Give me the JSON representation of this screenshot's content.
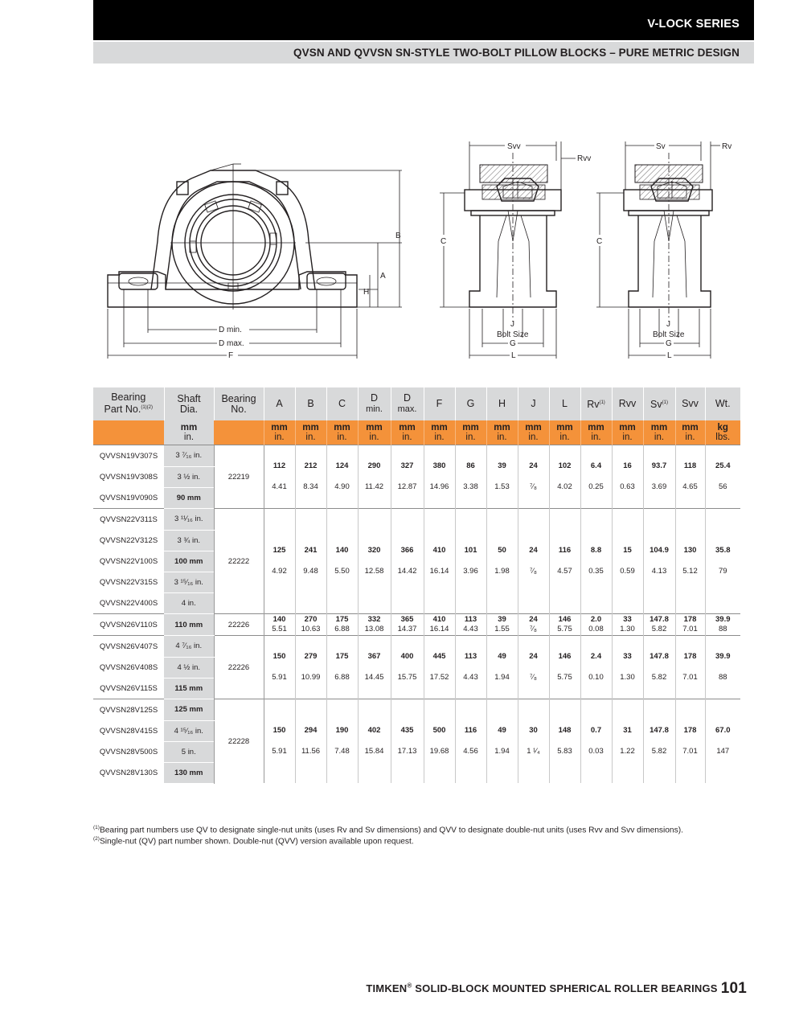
{
  "header": {
    "series": "V-LOCK SERIES",
    "subtitle": "QVSN AND QVVSN SN-STYLE TWO-BOLT PILLOW BLOCKS – PURE METRIC DESIGN"
  },
  "drawing_labels": {
    "B": "B",
    "A": "A",
    "H": "H",
    "C": "C",
    "dmin": "D min.",
    "dmax": "D max.",
    "F": "F",
    "Svv": "Svv",
    "Rvv": "Rvv",
    "Sv": "Sv",
    "Rv": "Rv",
    "J": "J",
    "bolt": "Bolt Size",
    "G": "G",
    "L": "L"
  },
  "table": {
    "headers": {
      "part": "Bearing",
      "part2": "Part No.",
      "part_sup": "(1)(2)",
      "shaft": "Shaft",
      "shaft2": "Dia.",
      "brg": "Bearing",
      "brg2": "No.",
      "A": "A",
      "B": "B",
      "C": "C",
      "Dmin": "D",
      "Dmin2": "min.",
      "Dmax": "D",
      "Dmax2": "max.",
      "F": "F",
      "G": "G",
      "H": "H",
      "J": "J",
      "L": "L",
      "Rv": "Rv",
      "Rv_sup": "(1)",
      "Rvv": "Rvv",
      "Sv": "Sv",
      "Sv_sup": "(1)",
      "Svv": "Svv",
      "Wt": "Wt."
    },
    "units": {
      "mm": "mm",
      "in": "in.",
      "kg": "kg",
      "lbs": "lbs."
    },
    "groups": [
      {
        "bearing": "22219",
        "parts": [
          {
            "pn": "QVVSN19V307S",
            "shaft": "3 ⁷⁄₁₆ in.",
            "bold": false
          },
          {
            "pn": "QVVSN19V308S",
            "shaft": "3 ½ in.",
            "bold": false
          },
          {
            "pn": "QVVSN19V090S",
            "shaft": "90 mm",
            "bold": true
          }
        ],
        "mm": [
          "112",
          "212",
          "124",
          "290",
          "327",
          "380",
          "86",
          "39",
          "24",
          "102",
          "6.4",
          "16",
          "93.7",
          "118",
          "25.4"
        ],
        "in": [
          "4.41",
          "8.34",
          "4.90",
          "11.42",
          "12.87",
          "14.96",
          "3.38",
          "1.53",
          "⁷⁄₈",
          "4.02",
          "0.25",
          "0.63",
          "3.69",
          "4.65",
          "56"
        ]
      },
      {
        "bearing": "22222",
        "parts": [
          {
            "pn": "QVVSN22V311S",
            "shaft": "3 ¹¹⁄₁₆ in.",
            "bold": false
          },
          {
            "pn": "QVVSN22V312S",
            "shaft": "3 ¾ in.",
            "bold": false
          },
          {
            "pn": "QVVSN22V100S",
            "shaft": "100 mm",
            "bold": true
          },
          {
            "pn": "QVVSN22V315S",
            "shaft": "3 ¹⁵⁄₁₆ in.",
            "bold": false
          },
          {
            "pn": "QVVSN22V400S",
            "shaft": "4 in.",
            "bold": false
          }
        ],
        "mm": [
          "125",
          "241",
          "140",
          "320",
          "366",
          "410",
          "101",
          "50",
          "24",
          "116",
          "8.8",
          "15",
          "104.9",
          "130",
          "35.8"
        ],
        "in": [
          "4.92",
          "9.48",
          "5.50",
          "12.58",
          "14.42",
          "16.14",
          "3.96",
          "1.98",
          "⁷⁄₈",
          "4.57",
          "0.35",
          "0.59",
          "4.13",
          "5.12",
          "79"
        ]
      },
      {
        "bearing": "22226",
        "parts": [
          {
            "pn": "QVVSN26V110S",
            "shaft": "110 mm",
            "bold": true
          }
        ],
        "mm": [
          "140",
          "270",
          "175",
          "332",
          "365",
          "410",
          "113",
          "39",
          "24",
          "146",
          "2.0",
          "33",
          "147.8",
          "178",
          "39.9"
        ],
        "in": [
          "5.51",
          "10.63",
          "6.88",
          "13.08",
          "14.37",
          "16.14",
          "4.43",
          "1.55",
          "⁷⁄₈",
          "5.75",
          "0.08",
          "1.30",
          "5.82",
          "7.01",
          "88"
        ]
      },
      {
        "bearing": "22226",
        "parts": [
          {
            "pn": "QVVSN26V407S",
            "shaft": "4 ⁷⁄₁₆ in.",
            "bold": false
          },
          {
            "pn": "QVVSN26V408S",
            "shaft": "4 ½ in.",
            "bold": false
          },
          {
            "pn": "QVVSN26V115S",
            "shaft": "115 mm",
            "bold": true
          }
        ],
        "mm": [
          "150",
          "279",
          "175",
          "367",
          "400",
          "445",
          "113",
          "49",
          "24",
          "146",
          "2.4",
          "33",
          "147.8",
          "178",
          "39.9"
        ],
        "in": [
          "5.91",
          "10.99",
          "6.88",
          "14.45",
          "15.75",
          "17.52",
          "4.43",
          "1.94",
          "⁷⁄₈",
          "5.75",
          "0.10",
          "1.30",
          "5.82",
          "7.01",
          "88"
        ]
      },
      {
        "bearing": "22228",
        "parts": [
          {
            "pn": "QVVSN28V125S",
            "shaft": "125 mm",
            "bold": true
          },
          {
            "pn": "QVVSN28V415S",
            "shaft": "4 ¹⁵⁄₁₆ in.",
            "bold": false
          },
          {
            "pn": "QVVSN28V500S",
            "shaft": "5 in.",
            "bold": false
          },
          {
            "pn": "QVVSN28V130S",
            "shaft": "130 mm",
            "bold": true
          }
        ],
        "mm": [
          "150",
          "294",
          "190",
          "402",
          "435",
          "500",
          "116",
          "49",
          "30",
          "148",
          "0.7",
          "31",
          "147.8",
          "178",
          "67.0"
        ],
        "in": [
          "5.91",
          "11.56",
          "7.48",
          "15.84",
          "17.13",
          "19.68",
          "4.56",
          "1.94",
          "1 ¹⁄₄",
          "5.83",
          "0.03",
          "1.22",
          "5.82",
          "7.01",
          "147"
        ]
      }
    ]
  },
  "footnotes": [
    {
      "mark": "(1)",
      "text": "Bearing part numbers use QV to designate single-nut units (uses Rv and Sv dimensions) and QVV to designate double-nut units (uses Rvv and Svv dimensions)."
    },
    {
      "mark": "(2)",
      "text": "Single-nut (QV) part number shown. Double-nut (QVV) version available upon request."
    }
  ],
  "page_footer": {
    "brand": "TIMKEN",
    "reg": "®",
    "text": " SOLID-BLOCK MOUNTED SPHERICAL ROLLER BEARINGS",
    "page": "101"
  }
}
